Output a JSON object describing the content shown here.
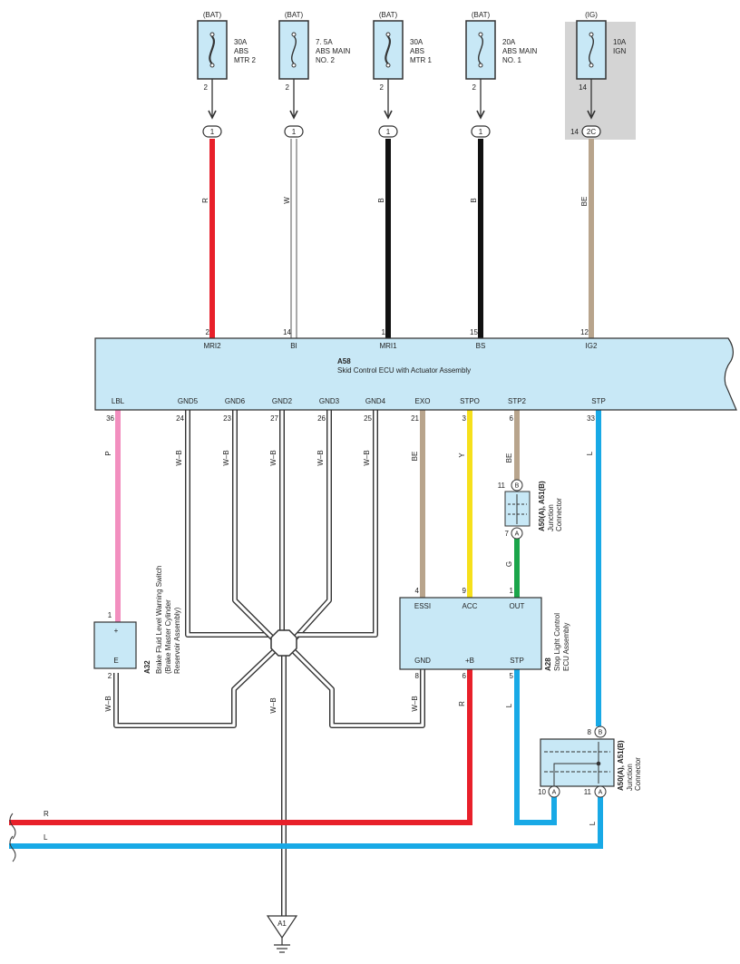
{
  "colors": {
    "red": "#e8202a",
    "white": "#ffffff",
    "black": "#111111",
    "beige": "#b8a48c",
    "pink": "#f28fbf",
    "yellow": "#f6e01b",
    "green": "#1aa54a",
    "blue": "#18a9e6",
    "ecu_fill": "#c8e8f6",
    "ig_box": "#d4d4d4"
  },
  "fuses": [
    {
      "source": "(BAT)",
      "amp": "30A",
      "name1": "ABS",
      "name2": "MTR 2",
      "pin": "2",
      "conn": "1",
      "wire": "R",
      "ecu_pin": "2",
      "ecu_term": "MRI2"
    },
    {
      "source": "(BAT)",
      "amp": "7. 5A",
      "name1": "ABS MAIN",
      "name2": "NO. 2",
      "pin": "2",
      "conn": "1",
      "wire": "W",
      "ecu_pin": "14",
      "ecu_term": "BI"
    },
    {
      "source": "(BAT)",
      "amp": "30A",
      "name1": "ABS",
      "name2": "MTR 1",
      "pin": "2",
      "conn": "1",
      "wire": "B",
      "ecu_pin": "1",
      "ecu_term": "MRI1"
    },
    {
      "source": "(BAT)",
      "amp": "20A",
      "name1": "ABS MAIN",
      "name2": "NO. 1",
      "pin": "2",
      "conn": "1",
      "wire": "B",
      "ecu_pin": "15",
      "ecu_term": "BS"
    },
    {
      "source": "(IG)",
      "amp": "10A",
      "name1": "IGN",
      "name2": "",
      "pin": "14",
      "conn": "2C",
      "wire": "BE",
      "ecu_pin": "12",
      "ecu_term": "IG2"
    }
  ],
  "ecu": {
    "code": "A58",
    "name": "Skid Control ECU with Actuator Assembly",
    "bottom_terms": [
      {
        "term": "LBL",
        "pin": "36",
        "wire": "P"
      },
      {
        "term": "GND5",
        "pin": "24",
        "wire": "W–B"
      },
      {
        "term": "GND6",
        "pin": "23",
        "wire": "W–B"
      },
      {
        "term": "GND2",
        "pin": "27",
        "wire": "W–B"
      },
      {
        "term": "GND3",
        "pin": "26",
        "wire": "W–B"
      },
      {
        "term": "GND4",
        "pin": "25",
        "wire": "W–B"
      },
      {
        "term": "EXO",
        "pin": "21",
        "wire": "BE"
      },
      {
        "term": "STPO",
        "pin": "3",
        "wire": "Y"
      },
      {
        "term": "STP2",
        "pin": "6",
        "wire": "BE"
      },
      {
        "term": "STP",
        "pin": "33",
        "wire": "L"
      }
    ]
  },
  "jc_top": {
    "code": "A50(A), A51(B)",
    "name1": "Junction",
    "name2": "Connector",
    "pin_in": "11",
    "letter_in": "B",
    "pin_out": "7",
    "letter_out": "A",
    "wire_out": "G"
  },
  "switch": {
    "code": "A32",
    "name1": "Brake Fluid Level Warning Switch",
    "name2": "(Brake Master Cylinder",
    "name3": "Reservoir Assembly)",
    "pin_top": "1",
    "plus": "+",
    "e": "E",
    "pin_bottom": "2",
    "wire_bottom": "W–B"
  },
  "stop_ecu": {
    "code": "A28",
    "name1": "Stop Light Control",
    "name2": "ECU Assembly",
    "top_terms": [
      {
        "term": "ESSI",
        "pin": "4"
      },
      {
        "term": "ACC",
        "pin": "9"
      },
      {
        "term": "OUT",
        "pin": "1"
      }
    ],
    "bottom_terms": [
      {
        "term": "GND",
        "pin": "8",
        "wire": "W–B"
      },
      {
        "term": "+B",
        "pin": "6",
        "wire": "R"
      },
      {
        "term": "STP",
        "pin": "5",
        "wire": "L"
      }
    ]
  },
  "jc_bottom": {
    "code": "A50(A), A51(B)",
    "name1": "Junction",
    "name2": "Connector",
    "pin_top": "8",
    "letter_top": "B",
    "pin_left": "10",
    "letter_left": "A",
    "pin_right": "11",
    "letter_right": "A",
    "wire_right": "L"
  },
  "bottom_wires": {
    "r_label": "R",
    "l_label": "L",
    "center_wire": "W–B"
  },
  "ground": {
    "code": "A1"
  }
}
